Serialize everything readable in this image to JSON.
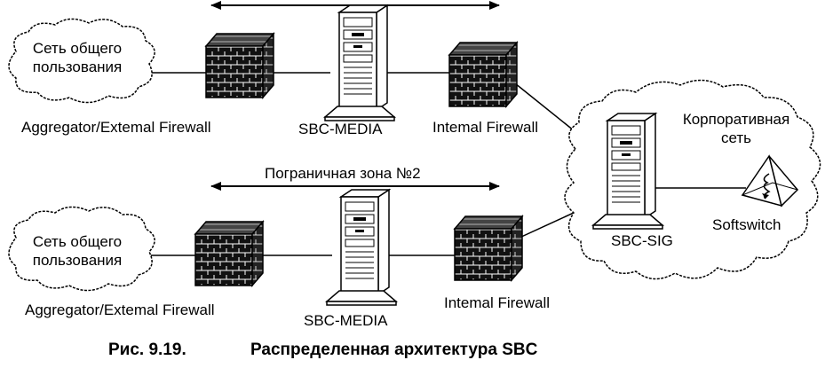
{
  "public_cloud_label": [
    "Сеть общего",
    "пользования"
  ],
  "corporate_cloud_label": [
    "Корпоративная",
    "сеть"
  ],
  "top_row": {
    "external_firewall": "Aggregator/Extemal Firewall",
    "media_server": "SBC-MEDIA",
    "internal_firewall": "Intemal  Firewall"
  },
  "bottom_row": {
    "zone_label": "Пограничная зона №2",
    "external_firewall": "Aggregator/Extemal Firewall",
    "media_server": "SBC-MEDIA",
    "internal_firewall": "Intemal  Firewall"
  },
  "signaling_server": "SBC-SIG",
  "softswitch": "Softswitch",
  "caption": {
    "number": "Рис. 9.19.",
    "title": "Распределенная архитектура SBC"
  }
}
